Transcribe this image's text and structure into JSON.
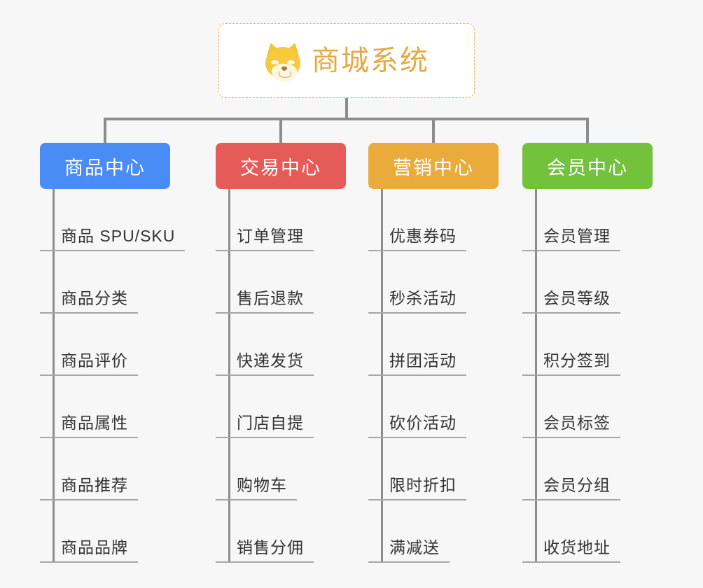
{
  "diagram": {
    "type": "mind-map",
    "background_color": "#f7f7f7",
    "root": {
      "title": "商城系统",
      "icon": "shiba-dog-icon",
      "border_color": "#e8b455",
      "title_color": "#e5a944",
      "background_color": "#ffffff"
    },
    "connector_color": "#8c8c8c",
    "leaf_text_color": "#333333",
    "leaf_underline_color": "#a6a6a6",
    "branches": [
      {
        "label": "商品中心",
        "color": "#4a8cf5",
        "items": [
          "商品 SPU/SKU",
          "商品分类",
          "商品评价",
          "商品属性",
          "商品推荐",
          "商品品牌"
        ]
      },
      {
        "label": "交易中心",
        "color": "#e55b58",
        "items": [
          "订单管理",
          "售后退款",
          "快递发货",
          "门店自提",
          "购物车",
          "销售分佣"
        ]
      },
      {
        "label": "营销中心",
        "color": "#e9ab3c",
        "items": [
          "优惠券码",
          "秒杀活动",
          "拼团活动",
          "砍价活动",
          "限时折扣",
          "满减送"
        ]
      },
      {
        "label": "会员中心",
        "color": "#72c23c",
        "items": [
          "会员管理",
          "会员等级",
          "积分签到",
          "会员标签",
          "会员分组",
          "收货地址"
        ]
      }
    ]
  }
}
